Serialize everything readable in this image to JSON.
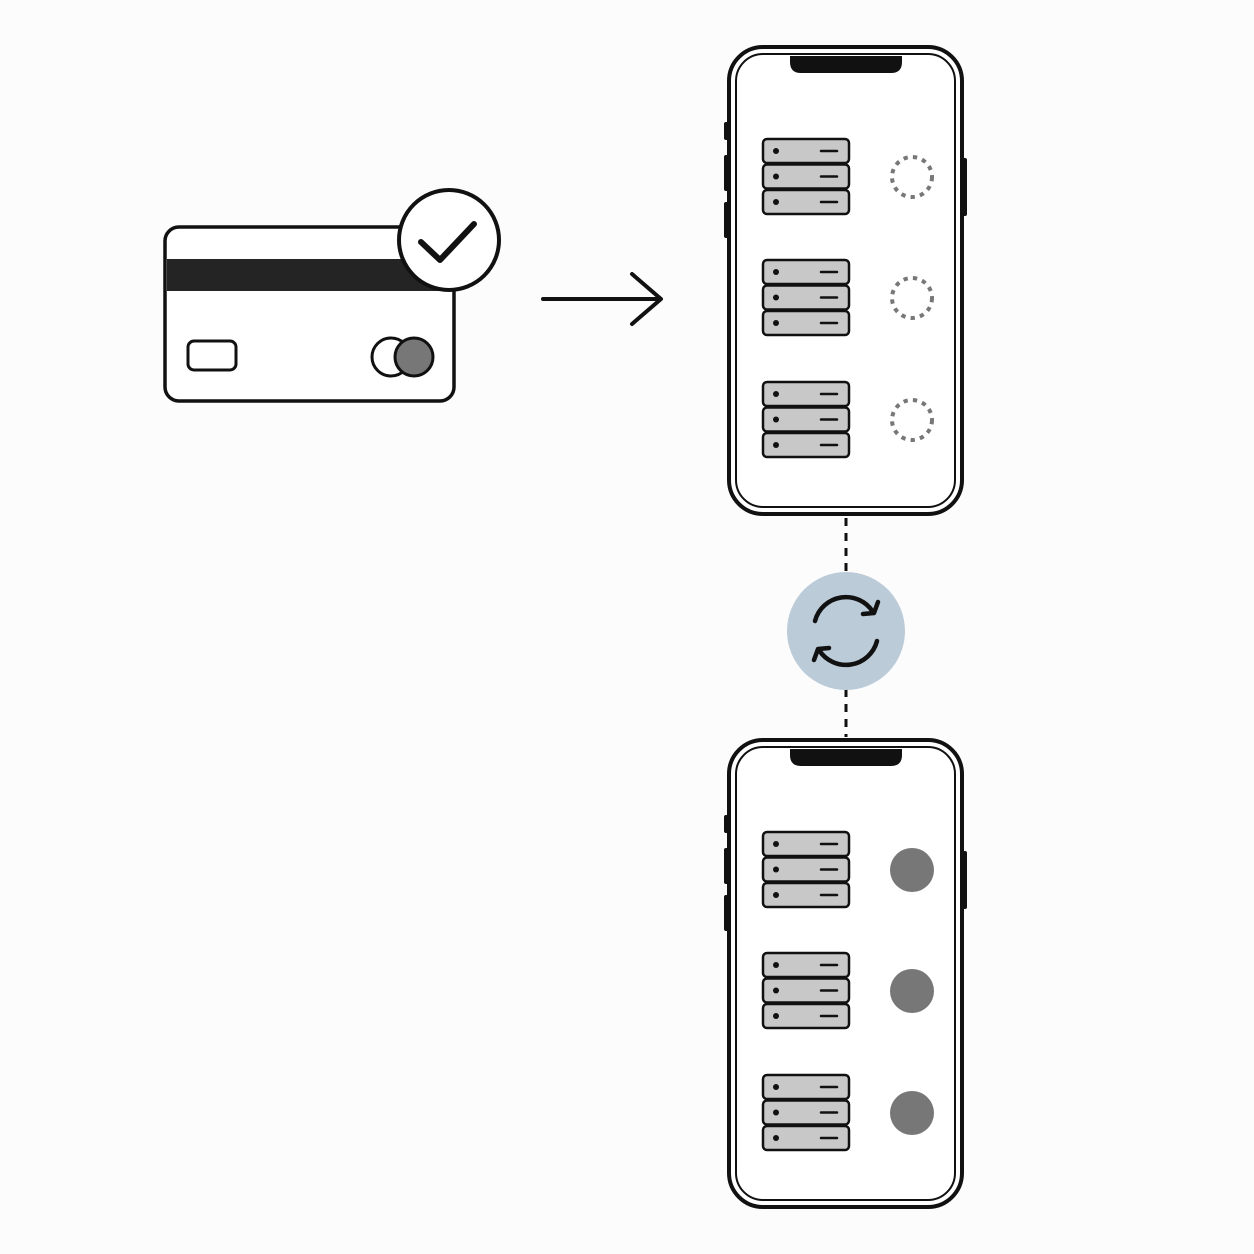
{
  "colors": {
    "stroke": "#111111",
    "background": "#fcfcfc",
    "card_fill": "#ffffff",
    "magstripe": "#242424",
    "server_fill": "#c8c8c8",
    "pending_dot": "#777777",
    "synced_dot": "#777777",
    "sync_badge": "#bccbd8"
  },
  "card": {
    "icon": "credit-card-icon",
    "badge_icon": "checkmark-icon",
    "chip_icon": "card-chip-icon",
    "network_logo_icon": "card-network-logo-icon"
  },
  "arrow": {
    "icon": "arrow-right-icon"
  },
  "sync": {
    "icon": "sync-icon"
  },
  "phones": [
    {
      "name": "pending",
      "rows": [
        {
          "server_icon": "server-stack-icon",
          "status": "pending",
          "status_icon": "loading-spinner-icon"
        },
        {
          "server_icon": "server-stack-icon",
          "status": "pending",
          "status_icon": "loading-spinner-icon"
        },
        {
          "server_icon": "server-stack-icon",
          "status": "pending",
          "status_icon": "loading-spinner-icon"
        }
      ]
    },
    {
      "name": "synced",
      "rows": [
        {
          "server_icon": "server-stack-icon",
          "status": "complete",
          "status_icon": "filled-dot-icon"
        },
        {
          "server_icon": "server-stack-icon",
          "status": "complete",
          "status_icon": "filled-dot-icon"
        },
        {
          "server_icon": "server-stack-icon",
          "status": "complete",
          "status_icon": "filled-dot-icon"
        }
      ]
    }
  ]
}
